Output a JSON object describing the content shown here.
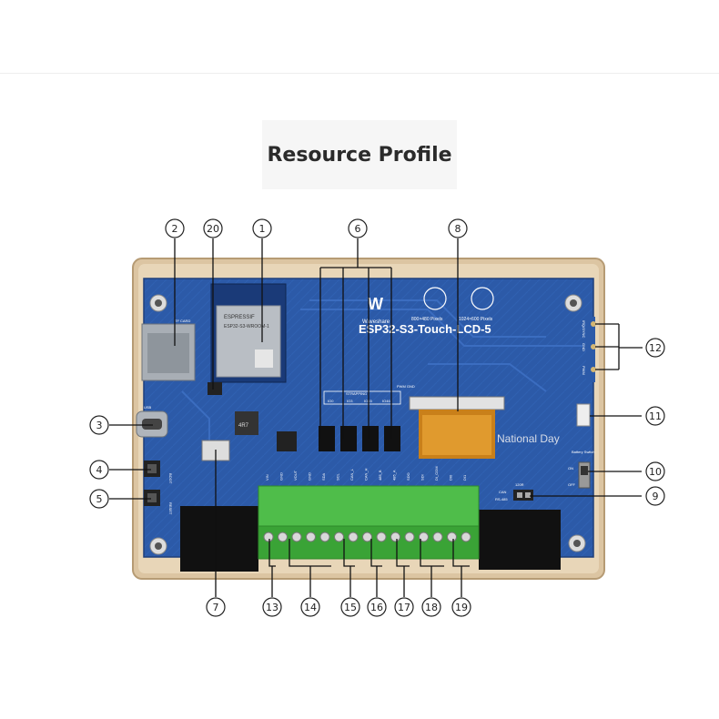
{
  "title": "Resource Profile",
  "board": {
    "module_brand": "ESPRESSIF",
    "module_model": "ESP32-S3-WROOM-1",
    "logo_text": "Waveshare",
    "resolution_a": "800×480 Pixels",
    "resolution_b": "1024×600 Pixels",
    "name": "ESP32-S3-Touch-LCD-5",
    "watermark": "National Day",
    "pin_labels": [
      "VIN",
      "GND",
      "VOUT",
      "GND",
      "SDA",
      "SCL",
      "CAN_L",
      "CAN_H",
      "485_B",
      "485_A",
      "SDO",
      "SDI",
      "DI_COM",
      "DI0",
      "DI1"
    ],
    "strapping_label": "STRAPPING",
    "strapping_pins": [
      "IO0",
      "IO3",
      "IO45",
      "IO46"
    ],
    "pwm_gnd_label": "PWM GND",
    "side_labels": [
      "IRQ/SYNC",
      "GND",
      "PWM"
    ],
    "tf_card_label": "TF CARD",
    "usb_label": "USB",
    "boot_label": "BOOT",
    "reset_label": "RESET",
    "battery_switch_label": "Battery Switch",
    "off_label": "OFF",
    "on_label": "ON",
    "can_label": "CAN",
    "rs485_label": "RS-485",
    "r120_label": "120R",
    "inductor_label": "4R7"
  },
  "callouts": [
    "1",
    "2",
    "3",
    "4",
    "5",
    "6",
    "7",
    "8",
    "9",
    "10",
    "11",
    "12",
    "13",
    "14",
    "15",
    "16",
    "17",
    "18",
    "19",
    "20"
  ]
}
